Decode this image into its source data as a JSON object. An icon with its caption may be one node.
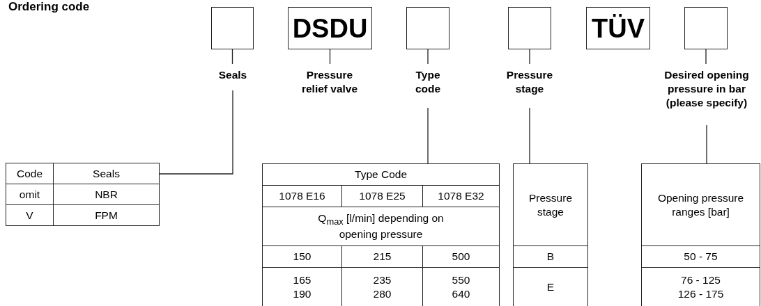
{
  "diagram": {
    "title": "Ordering code",
    "nodes": [
      {
        "text": [],
        "shape": "box"
      },
      {
        "text": [
          "DSDU"
        ]
      },
      {
        "text": [],
        "shape": "box"
      },
      {
        "text": [],
        "shape": "box"
      },
      {
        "text": [
          "TÜV"
        ]
      },
      {
        "text": [],
        "shape": "box"
      },
      {
        "text": [
          "Seals"
        ]
      },
      {
        "text": [
          "Pressure relief valve"
        ]
      },
      {
        "text": [
          "Type code"
        ]
      },
      {
        "text": [
          "Pressure stage"
        ]
      },
      {
        "text": [
          "Desired opening pressure in bar (please specify)"
        ]
      },
      {
        "text": [
          "Code",
          "Seals",
          "omit",
          "NBR",
          "V",
          "FPM"
        ]
      },
      {
        "text": [
          "Type Code",
          "1078 E16",
          "1078 E25",
          "1078 E32",
          "Q$_{max}$ [l/min] depending on opening pressure",
          "150",
          "215",
          "500",
          "165 190",
          "235 280",
          "550 640"
        ]
      },
      {
        "text": [
          "Pressure stage",
          "B",
          "E"
        ]
      },
      {
        "text": [
          "Opening pressure ranges [bar]",
          "50 - 75",
          "76 - 125 126 - 175"
        ]
      }
    ],
    "edges": [
      {
        "from": 0,
        "to": 6,
        "arrow": "none"
      },
      {
        "from": 1,
        "to": 7,
        "arrow": "none"
      },
      {
        "from": 2,
        "to": 8,
        "arrow": "none"
      },
      {
        "from": 3,
        "to": 9,
        "arrow": "none"
      },
      {
        "from": 5,
        "to": 10,
        "arrow": "none"
      },
      {
        "from": 6,
        "to": 11,
        "arrow": "none"
      },
      {
        "from": 8,
        "to": 12,
        "arrow": "none"
      },
      {
        "from": 9,
        "to": 13,
        "arrow": "none"
      },
      {
        "from": 10,
        "to": 14,
        "arrow": "none"
      }
    ]
  }
}
